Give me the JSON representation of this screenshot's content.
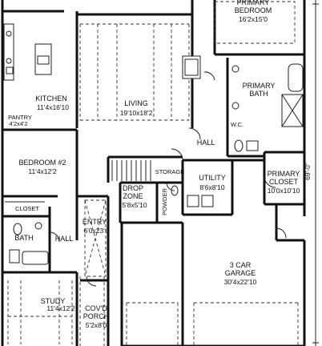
{
  "rooms": {
    "primary_bedroom": {
      "name": "PRIMARY\nBEDROOM",
      "dim": "16'2x15'0"
    },
    "kitchen": {
      "name": "KITCHEN",
      "dim": "11'4x16'10"
    },
    "living": {
      "name": "LIVING",
      "dim": "19'10x18'2"
    },
    "primary_bath": {
      "name": "PRIMARY\nBATH"
    },
    "pantry": {
      "name": "PANTRY",
      "dim": "4'2x4'2"
    },
    "wc": {
      "name": "W.C."
    },
    "hall_upper": {
      "name": "HALL"
    },
    "bedroom2": {
      "name": "BEDROOM #2",
      "dim": "11'4x12'2"
    },
    "storage": {
      "name": "STORAGE"
    },
    "utility": {
      "name": "UTILITY",
      "dim": "8'6x8'10"
    },
    "primary_closet": {
      "name": "PRIMARY\nCLOSET",
      "dim": "10'0x10'10"
    },
    "drop_zone": {
      "name": "DROP\nZONE",
      "dim": "5'8x5'10"
    },
    "powder": {
      "name": "POWDER"
    },
    "closet": {
      "name": "CLOSET"
    },
    "entry": {
      "name": "ENTRY",
      "dim": "6'0x23'6"
    },
    "bath": {
      "name": "BATH"
    },
    "hall_lower": {
      "name": "HALL"
    },
    "garage": {
      "name": "3 CAR\nGARAGE",
      "dim": "30'4x22'10"
    },
    "study": {
      "name": "STUDY",
      "dim": "11'4x12'2"
    },
    "porch": {
      "name": "COV'D\nPORCH",
      "dim": "5'2x8'0"
    }
  },
  "overall_dimension": "69'-0\""
}
